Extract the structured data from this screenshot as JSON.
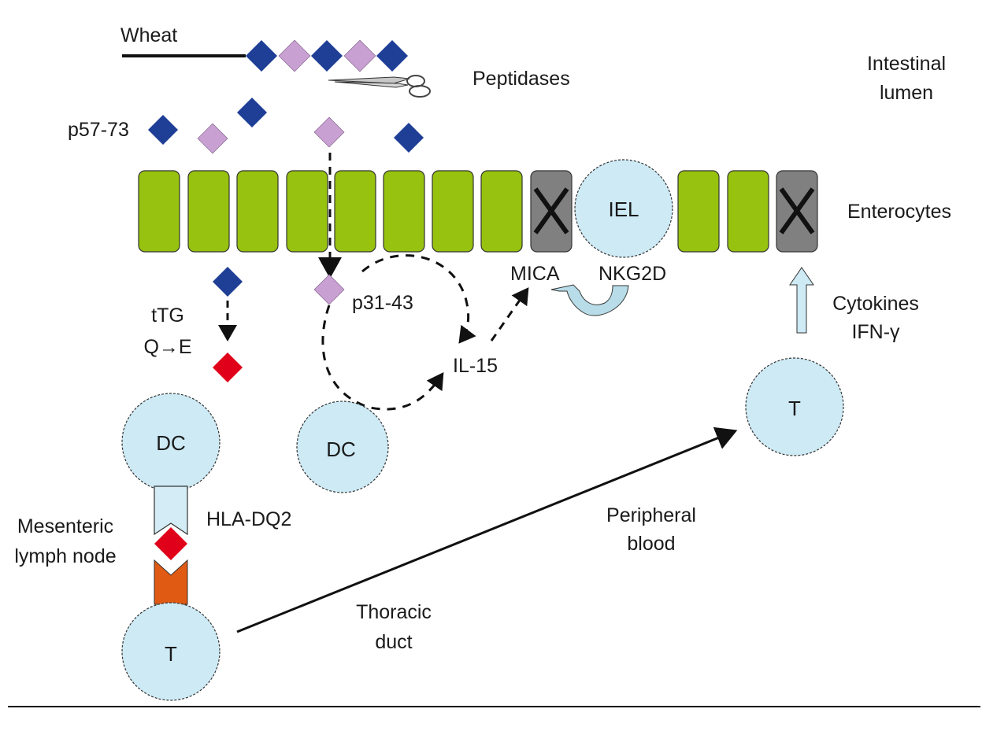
{
  "figure": {
    "labels": {
      "wheat": "Wheat",
      "peptidases": "Peptidases",
      "intestinal_lumen_line1": "Intestinal",
      "intestinal_lumen_line2": "lumen",
      "p57_73": "p57-73",
      "enterocytes": "Enterocytes",
      "iel": "IEL",
      "mica": "MICA",
      "nkg2d": "NKG2D",
      "ttg": "tTG",
      "q_to_e": "Q→E",
      "p31_43": "p31-43",
      "il15": "IL-15",
      "cytokines": "Cytokines",
      "ifn_gamma": "IFN-γ",
      "dc_left": "DC",
      "dc_center": "DC",
      "hla_dq2": "HLA-DQ2",
      "mesenteric_line1": "Mesenteric",
      "mesenteric_line2": "lymph node",
      "t_left": "T",
      "t_right": "T",
      "thoracic_line1": "Thoracic",
      "thoracic_line2": "duct",
      "peripheral_line1": "Peripheral",
      "peripheral_line2": "blood"
    },
    "colors": {
      "enterocyte": "#97c20f",
      "damaged_enterocyte": "#808080",
      "cell_fill": "#cdeaf5",
      "peptide_blue": "#1f3f96",
      "peptide_violet": "#c8a0d2",
      "peptide_deamidated": "#e0001a",
      "tcr": "#e05a14",
      "hla": "#d4ecf5"
    },
    "wheat_chain": [
      "blue",
      "violet",
      "blue",
      "violet",
      "blue"
    ],
    "free_peptides": [
      "blue",
      "violet",
      "blue",
      "violet",
      "blue"
    ],
    "enterocyte_row": [
      "healthy",
      "healthy",
      "healthy",
      "healthy",
      "healthy",
      "healthy",
      "healthy",
      "healthy",
      "damaged",
      "iel",
      "healthy",
      "healthy",
      "damaged"
    ]
  }
}
